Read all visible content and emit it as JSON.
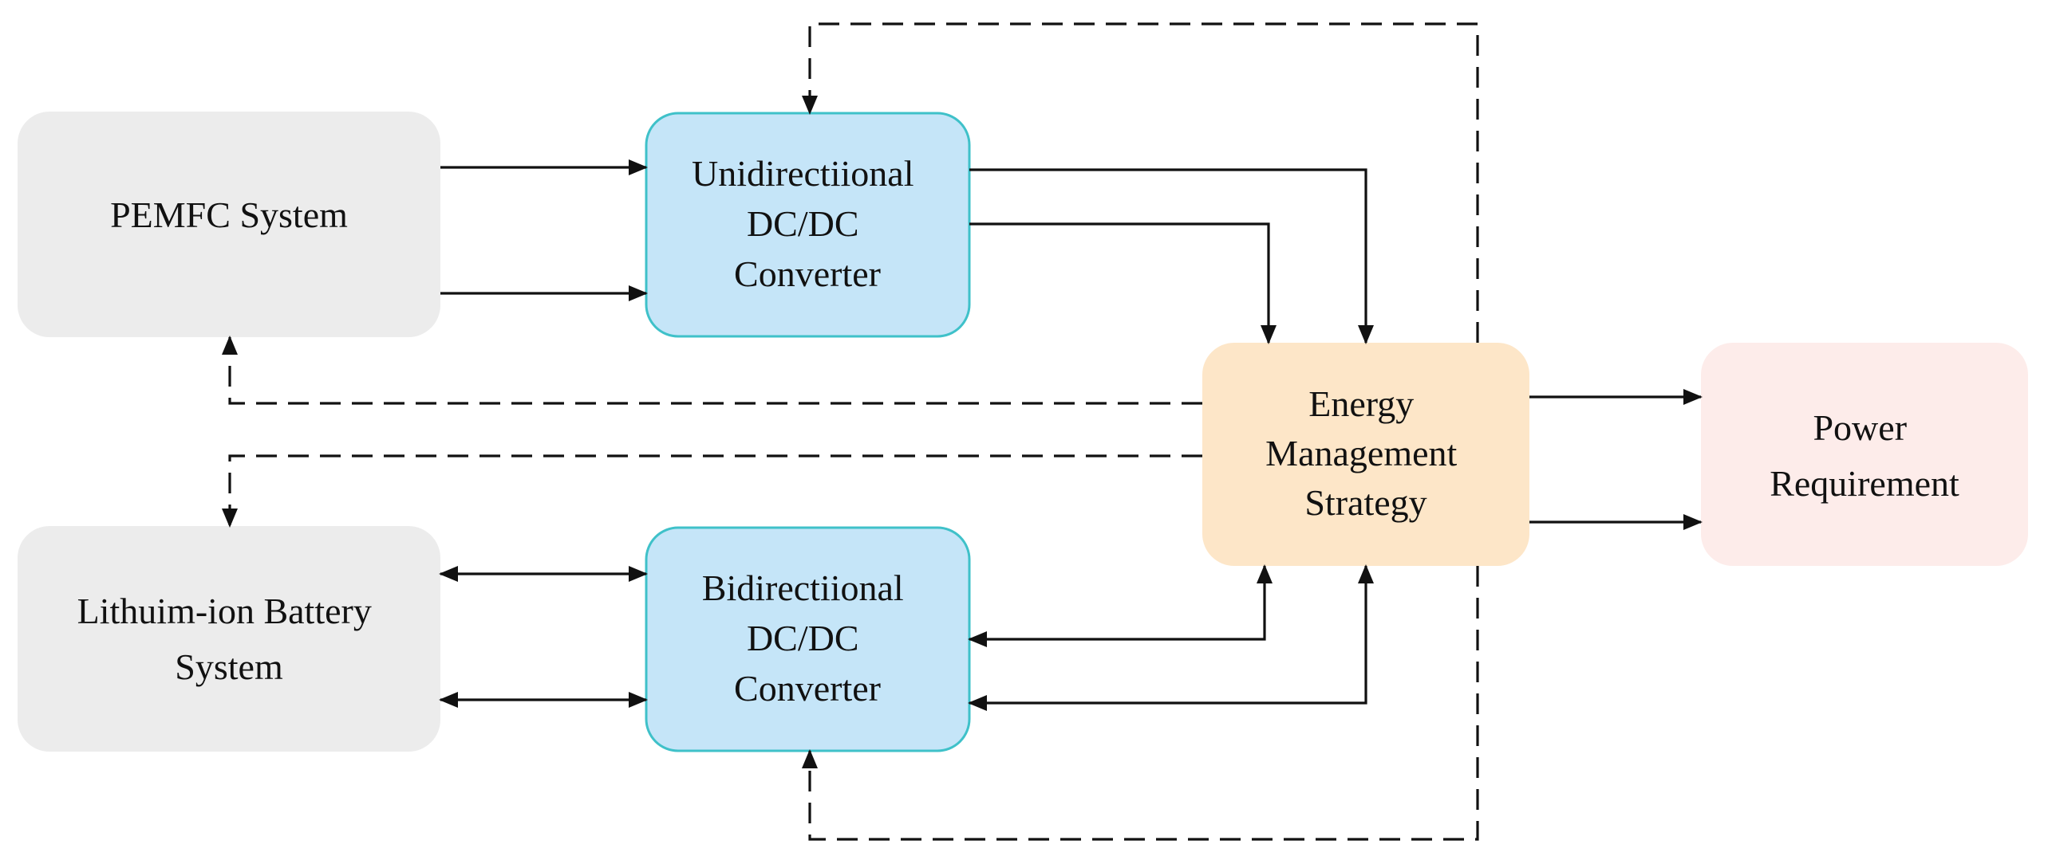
{
  "blocks": {
    "pemfc": {
      "lines": [
        "PEMFC System"
      ],
      "fill": "#ececec",
      "stroke": "none"
    },
    "battery": {
      "lines": [
        "Lithuim-ion Battery",
        "System"
      ],
      "fill": "#ececec",
      "stroke": "none"
    },
    "uni_converter": {
      "lines": [
        "Unidirectiional",
        "DC/DC",
        "Converter"
      ],
      "fill": "#c5e5f8",
      "stroke": "#3fc1c9"
    },
    "bi_converter": {
      "lines": [
        "Bidirectiional",
        "DC/DC",
        "Converter"
      ],
      "fill": "#c5e5f8",
      "stroke": "#3fc1c9"
    },
    "ems": {
      "lines": [
        "Energy",
        "Management",
        "Strategy"
      ],
      "fill": "#fde6c8",
      "stroke": "none"
    },
    "power": {
      "lines": [
        "Power",
        "Requirement"
      ],
      "fill": "#fdecea",
      "stroke": "none"
    }
  },
  "connections": [
    {
      "name": "pemfc-to-uni-upper",
      "from": "PEMFC System",
      "to": "Unidirectiional DC/DC Converter",
      "style": "solid",
      "arrows": "end"
    },
    {
      "name": "pemfc-to-uni-lower",
      "from": "PEMFC System",
      "to": "Unidirectiional DC/DC Converter",
      "style": "solid",
      "arrows": "end"
    },
    {
      "name": "uni-to-ems-outer",
      "from": "Unidirectiional DC/DC Converter",
      "to": "Energy Management Strategy",
      "style": "solid",
      "arrows": "end"
    },
    {
      "name": "uni-to-ems-inner",
      "from": "Unidirectiional DC/DC Converter",
      "to": "Energy Management Strategy",
      "style": "solid",
      "arrows": "end"
    },
    {
      "name": "battery-bi-upper",
      "from": "Lithuim-ion Battery System",
      "to": "Bidirectiional DC/DC Converter",
      "style": "solid",
      "arrows": "both"
    },
    {
      "name": "battery-bi-lower",
      "from": "Lithuim-ion Battery System",
      "to": "Bidirectiional DC/DC Converter",
      "style": "solid",
      "arrows": "both"
    },
    {
      "name": "ems-bi-inner",
      "from": "Energy Management Strategy",
      "to": "Bidirectiional DC/DC Converter",
      "style": "solid",
      "arrows": "both"
    },
    {
      "name": "ems-bi-outer",
      "from": "Energy Management Strategy",
      "to": "Bidirectiional DC/DC Converter",
      "style": "solid",
      "arrows": "both"
    },
    {
      "name": "ems-to-power-upper",
      "from": "Energy Management Strategy",
      "to": "Power Requirement",
      "style": "solid",
      "arrows": "end"
    },
    {
      "name": "ems-to-power-lower",
      "from": "Energy Management Strategy",
      "to": "Power Requirement",
      "style": "solid",
      "arrows": "end"
    },
    {
      "name": "ems-control-pemfc",
      "from": "Energy Management Strategy",
      "to": "PEMFC System",
      "style": "dashed",
      "arrows": "end"
    },
    {
      "name": "ems-control-battery",
      "from": "Energy Management Strategy",
      "to": "Lithuim-ion Battery System",
      "style": "dashed",
      "arrows": "end"
    },
    {
      "name": "ems-control-uni",
      "from": "Energy Management Strategy",
      "to": "Unidirectiional DC/DC Converter",
      "style": "dashed",
      "arrows": "end"
    },
    {
      "name": "ems-control-bi",
      "from": "Energy Management Strategy",
      "to": "Bidirectiional DC/DC Converter",
      "style": "dashed",
      "arrows": "end"
    }
  ]
}
